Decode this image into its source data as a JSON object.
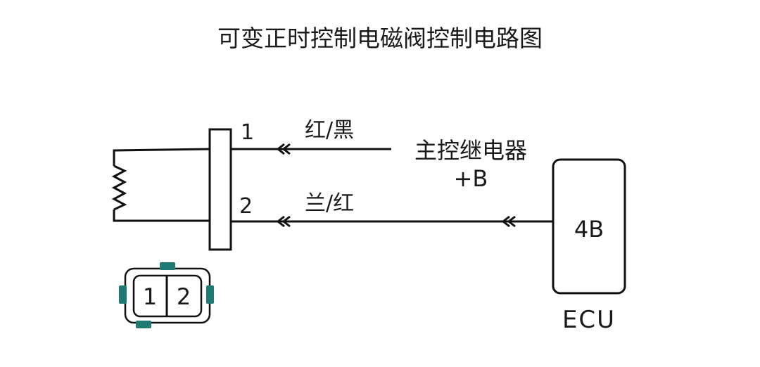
{
  "title": "可变正时控制电磁阀控制电路图",
  "solenoid_connector": {
    "pin1_label": "1",
    "pin2_label": "2"
  },
  "wires": [
    {
      "pin": "1",
      "color_label": "红/黑",
      "destination": "主控继电器",
      "destination_sub": "+B"
    },
    {
      "pin": "2",
      "color_label": "兰/红",
      "destination": "ECU"
    }
  ],
  "ecu": {
    "name": "ECU",
    "pin_label": "4B"
  },
  "connector_face": {
    "left_cavity": "1",
    "right_cavity": "2"
  },
  "colors": {
    "line": "#111111",
    "connector_latch": "#1f7a74"
  }
}
